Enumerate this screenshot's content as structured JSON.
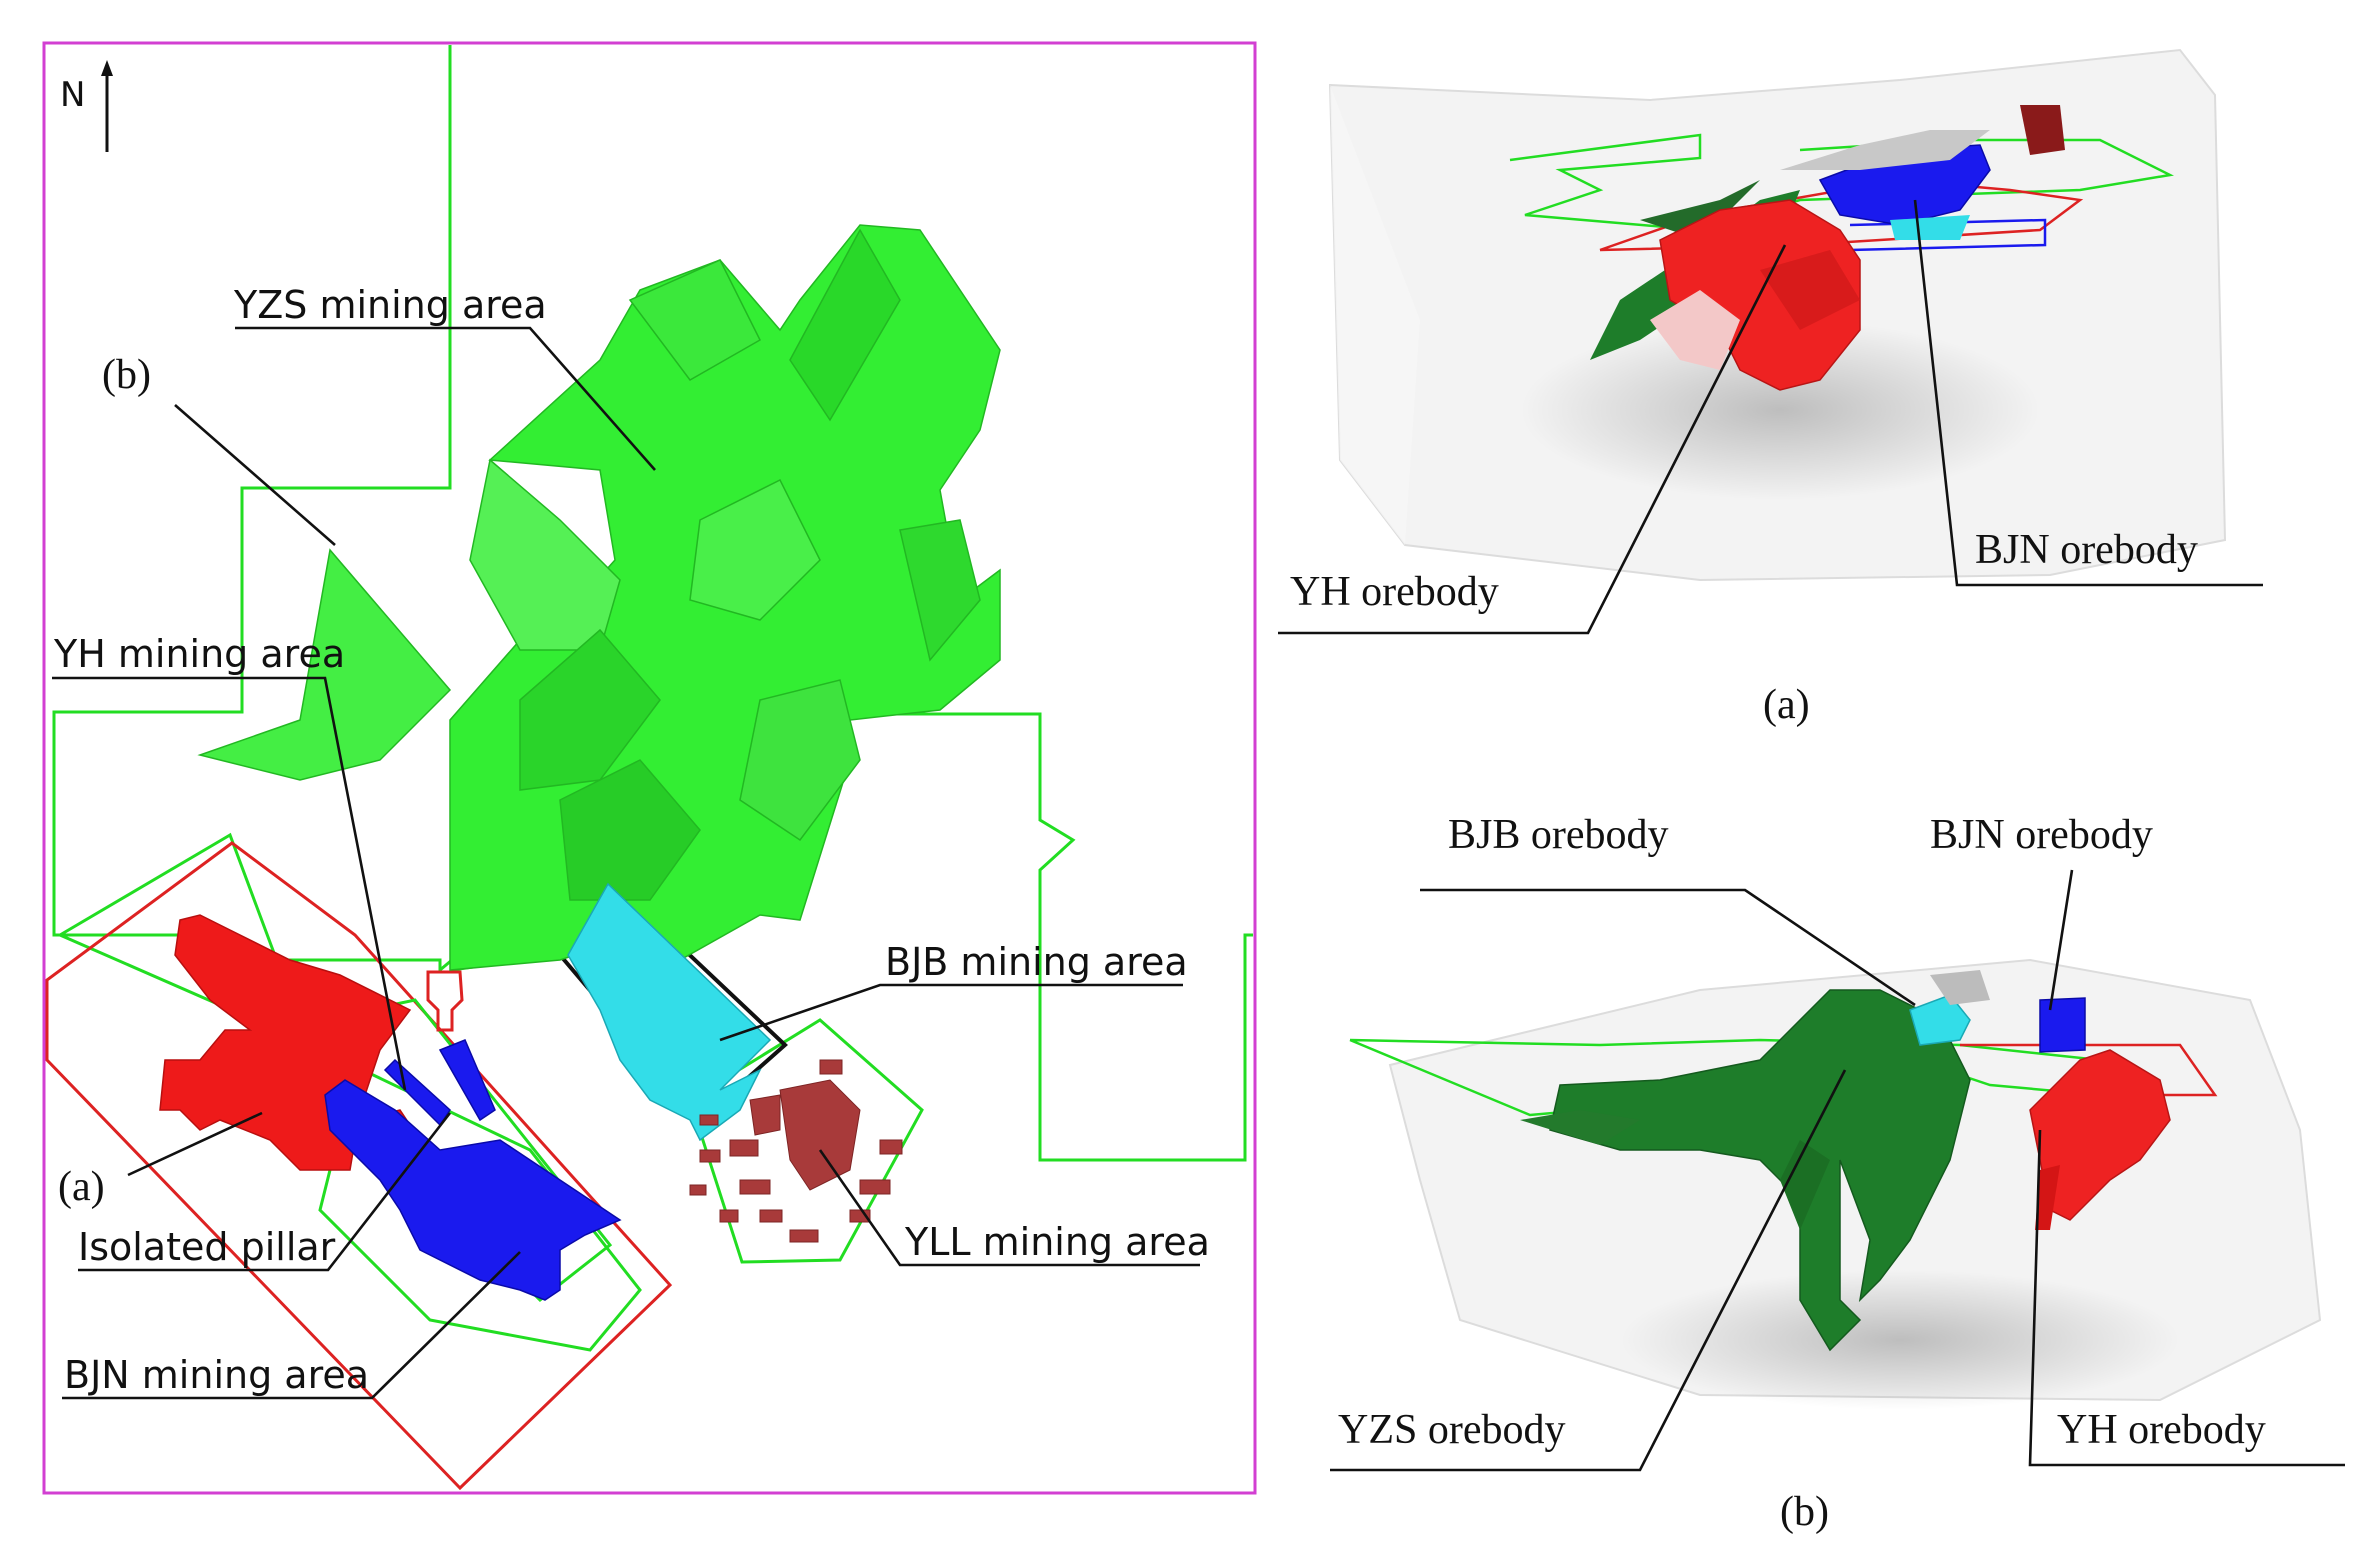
{
  "plan_view": {
    "north": "N",
    "labels": {
      "yzs_area": "YZS mining area",
      "b_marker": "(b)",
      "yh_area": "YH mining area",
      "bjb_area": "BJB mining area",
      "a_marker": "(a)",
      "isolated_pillar": "Isolated pillar",
      "yll_area": "YLL mining area",
      "bjn_area": "BJN mining area"
    }
  },
  "view_a": {
    "caption": "(a)",
    "labels": {
      "yh_orebody": "YH orebody",
      "bjn_orebody": "BJN orebody"
    }
  },
  "view_b": {
    "caption": "(b)",
    "labels": {
      "bjb_orebody": "BJB orebody",
      "bjn_orebody": "BJN orebody",
      "yzs_orebody": "YZS orebody",
      "yh_orebody": "YH orebody"
    }
  },
  "colors": {
    "frame": "#d23fd2",
    "boundary_green": "#22dd22",
    "boundary_red": "#dd2222",
    "yzs": "#33ee33",
    "yh": "#ee1a1a",
    "bjn": "#1a1aee",
    "bjb": "#33dde8",
    "yll": "#a83a3a",
    "yzs_3d": "#1e7d2a"
  }
}
